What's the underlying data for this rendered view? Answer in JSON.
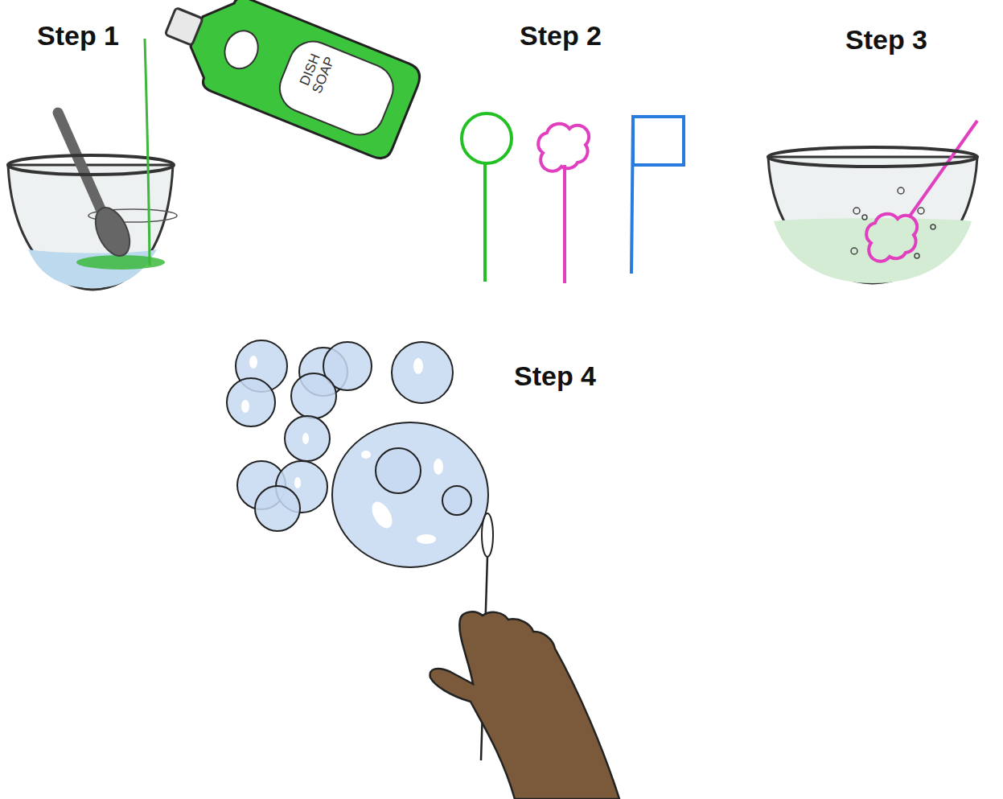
{
  "diagram": {
    "labels": [
      "Step 1",
      "Step 2",
      "Step 3",
      "Step 4",
      "DISH SOAP"
    ]
  }
}
